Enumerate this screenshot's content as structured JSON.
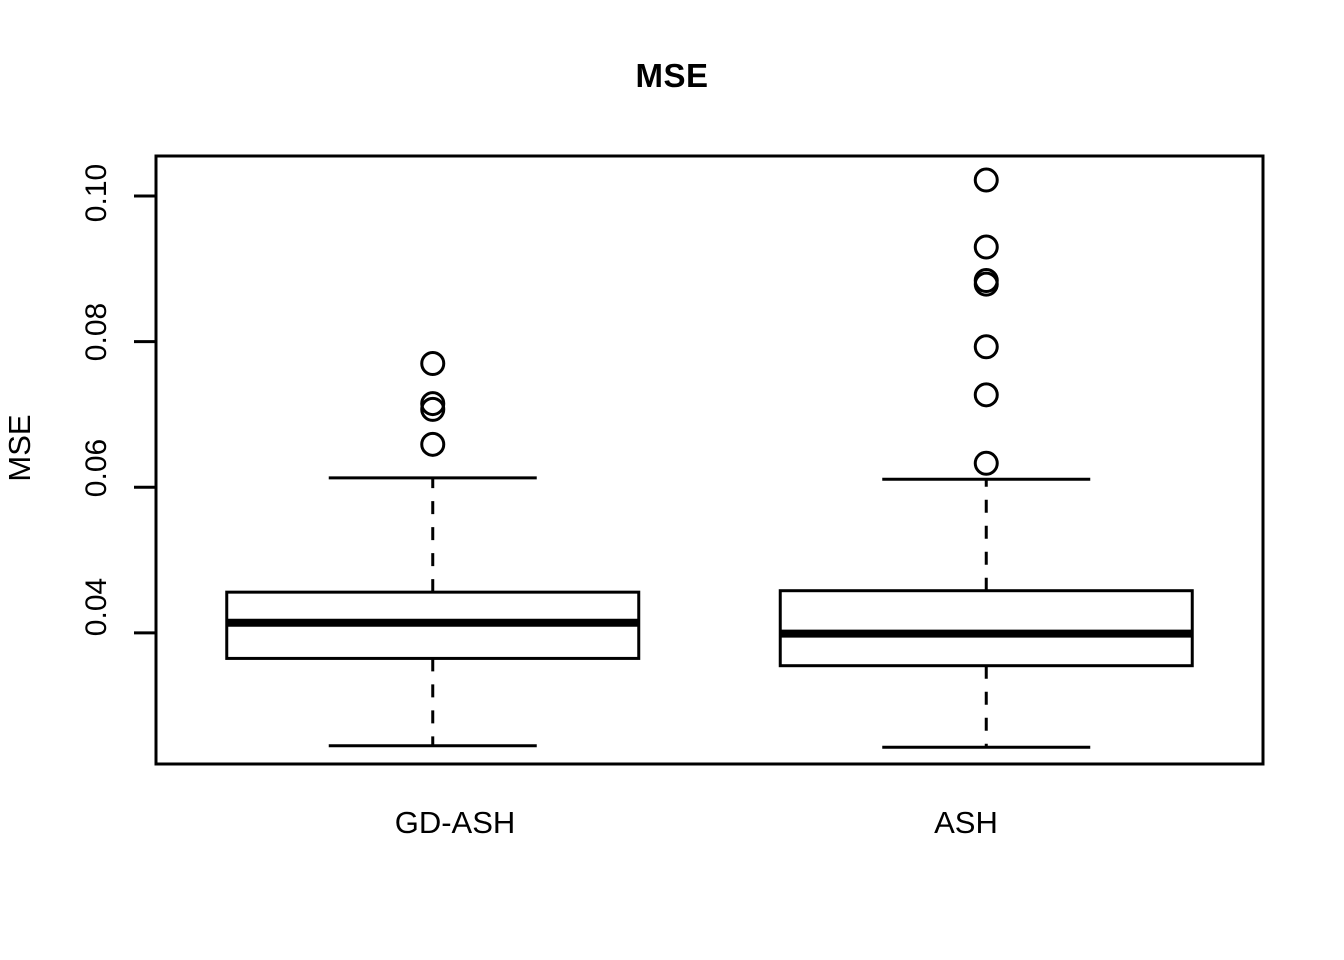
{
  "chart_data": {
    "type": "box",
    "title": "MSE",
    "xlabel": "",
    "ylabel": "MSE",
    "categories": [
      "GD-ASH",
      "ASH"
    ],
    "ytick_values": [
      0.1,
      0.08,
      0.06,
      0.04
    ],
    "ytick_labels": [
      "0.10",
      "0.08",
      "0.06",
      "0.04"
    ],
    "ylim": [
      0.022,
      0.1055
    ],
    "grid": false,
    "legend": null,
    "boxes": [
      {
        "name": "GD-ASH",
        "whisker_low": 0.0245,
        "q1": 0.0365,
        "median": 0.0414,
        "q3": 0.0456,
        "whisker_high": 0.0613,
        "outliers": [
          0.077,
          0.0715,
          0.0707,
          0.0659
        ]
      },
      {
        "name": "ASH",
        "whisker_low": 0.0243,
        "q1": 0.0355,
        "median": 0.0399,
        "q3": 0.0458,
        "whisker_high": 0.0611,
        "outliers": [
          0.1022,
          0.093,
          0.0884,
          0.0879,
          0.0793,
          0.0727,
          0.0633
        ]
      }
    ]
  },
  "plot": {
    "title": "MSE",
    "axis_y_title": "MSE",
    "tick_labels_y": [
      "0.10",
      "0.08",
      "0.06",
      "0.04"
    ],
    "tick_labels_x": [
      "GD-ASH",
      "ASH"
    ]
  },
  "colors": {
    "foreground": "#000000",
    "background": "#FFFFFF"
  }
}
